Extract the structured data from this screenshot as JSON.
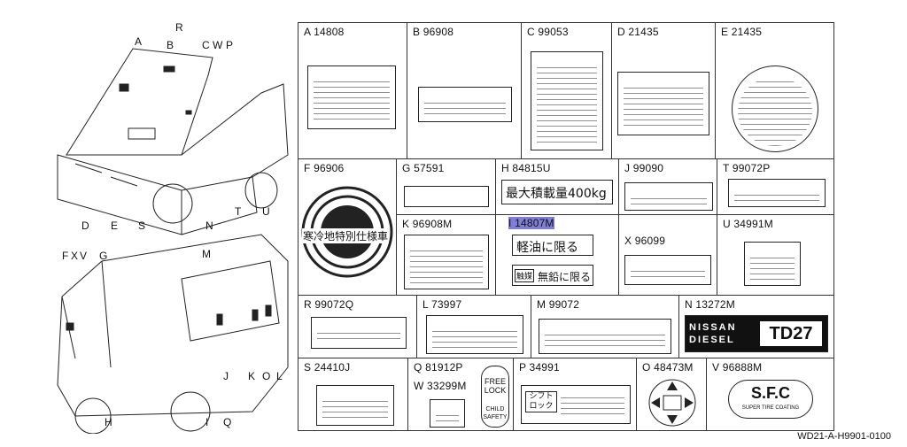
{
  "callouts": [
    "A",
    "B",
    "R",
    "C",
    "W",
    "P",
    "D",
    "E",
    "S",
    "N",
    "T",
    "U",
    "F",
    "X",
    "V",
    "G",
    "M",
    "J",
    "K",
    "O",
    "L",
    "H",
    "I",
    "Q"
  ],
  "labels": [
    {
      "id": "A",
      "code": "A  14808"
    },
    {
      "id": "B",
      "code": "B  96908"
    },
    {
      "id": "C",
      "code": "C  99053"
    },
    {
      "id": "D",
      "code": "D  21435"
    },
    {
      "id": "E",
      "code": "E  21435"
    },
    {
      "id": "F",
      "code": "F  96906"
    },
    {
      "id": "G",
      "code": "G  57591"
    },
    {
      "id": "H",
      "code": "H  84815U"
    },
    {
      "id": "J",
      "code": "J  99090"
    },
    {
      "id": "T",
      "code": "T  99072P"
    },
    {
      "id": "I",
      "code": "I  14807M"
    },
    {
      "id": "K",
      "code": "K  96908M"
    },
    {
      "id": "X",
      "code": "X  96099"
    },
    {
      "id": "U",
      "code": "U  34991M"
    },
    {
      "id": "R",
      "code": "R  99072Q"
    },
    {
      "id": "L",
      "code": "L  73997"
    },
    {
      "id": "M",
      "code": "M  99072"
    },
    {
      "id": "N",
      "code": "N  13272M"
    },
    {
      "id": "S",
      "code": "S  24410J"
    },
    {
      "id": "Q",
      "code": "Q  81912P"
    },
    {
      "id": "W",
      "code": "W  33299M"
    },
    {
      "id": "P",
      "code": "P  34991"
    },
    {
      "id": "O",
      "code": "O  48473M"
    },
    {
      "id": "V",
      "code": "V  96888M"
    }
  ],
  "texts": {
    "f_label": "寒冷地特別仕様車",
    "h_label": "最大積載量400kg",
    "i_label1": "軽油に限る",
    "i_label2": "無鉛に限る",
    "i_badge": "触媒",
    "p_box": "シフトロック",
    "n_brand": "NISSAN DIESEL",
    "n_model": "TD27",
    "v_logo": "S.F.C",
    "v_sub": "SUPER TIRE COATING",
    "w_free": "FREE LOCK",
    "w_child": "CHILD SAFETY",
    "footer": "WD21-A-H9901-0100"
  }
}
